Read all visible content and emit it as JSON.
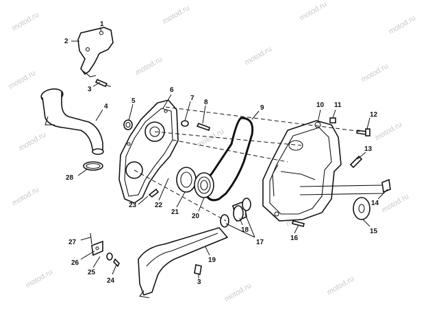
{
  "watermark": "motod.ru",
  "callouts": [
    {
      "id": "c1",
      "label": "1"
    },
    {
      "id": "c2",
      "label": "2"
    },
    {
      "id": "c3a",
      "label": "3"
    },
    {
      "id": "c3b",
      "label": "3"
    },
    {
      "id": "c4",
      "label": "4"
    },
    {
      "id": "c5",
      "label": "5"
    },
    {
      "id": "c6",
      "label": "6"
    },
    {
      "id": "c7",
      "label": "7"
    },
    {
      "id": "c8",
      "label": "8"
    },
    {
      "id": "c9",
      "label": "9"
    },
    {
      "id": "c10",
      "label": "10"
    },
    {
      "id": "c11",
      "label": "11"
    },
    {
      "id": "c12",
      "label": "12"
    },
    {
      "id": "c13",
      "label": "13"
    },
    {
      "id": "c14",
      "label": "14"
    },
    {
      "id": "c15",
      "label": "15"
    },
    {
      "id": "c16",
      "label": "16"
    },
    {
      "id": "c17",
      "label": "17"
    },
    {
      "id": "c18",
      "label": "18"
    },
    {
      "id": "c19",
      "label": "19"
    },
    {
      "id": "c20",
      "label": "20"
    },
    {
      "id": "c21",
      "label": "21"
    },
    {
      "id": "c22",
      "label": "22"
    },
    {
      "id": "c23",
      "label": "23"
    },
    {
      "id": "c24",
      "label": "24"
    },
    {
      "id": "c25",
      "label": "25"
    },
    {
      "id": "c26",
      "label": "26"
    },
    {
      "id": "c27",
      "label": "27"
    },
    {
      "id": "c28",
      "label": "28"
    }
  ]
}
